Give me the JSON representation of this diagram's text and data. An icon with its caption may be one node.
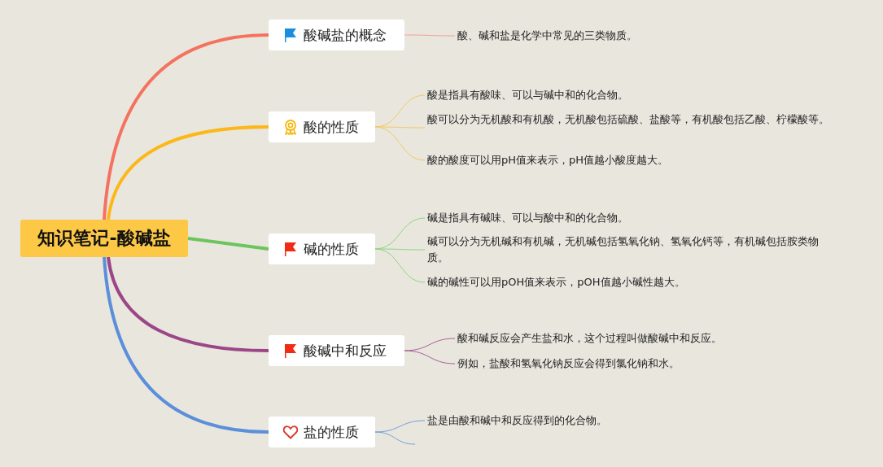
{
  "diagram": {
    "nodes": [
      {
        "text": [
          "知识笔记-酸碱盐"
        ]
      },
      {
        "text": [
          "酸碱盐的概念"
        ]
      },
      {
        "text": [
          "酸、碱和盐是化学中常见的三类物质。"
        ]
      },
      {
        "text": [
          "酸的性质"
        ]
      },
      {
        "text": [
          "酸是指具有酸味、可以与碱中和的化合物。"
        ]
      },
      {
        "text": [
          "酸可以分为无机酸和有机酸，无机酸包括硫酸、盐酸等，有机酸包括乙酸、柠檬酸等。"
        ]
      },
      {
        "text": [
          "酸的酸度可以用pH值来表示，pH值越小酸度越大。"
        ]
      },
      {
        "text": [
          "碱的性质"
        ]
      },
      {
        "text": [
          "碱是指具有碱味、可以与酸中和的化合物。"
        ]
      },
      {
        "text": [
          "碱可以分为无机碱和有机碱，无机碱包括氢氧化钠、氢氧化钙等，有机碱包括胺类物质。"
        ]
      },
      {
        "text": [
          "碱的碱性可以用pOH值来表示，pOH值越小碱性越大。"
        ]
      },
      {
        "text": [
          "酸碱中和反应"
        ]
      },
      {
        "text": [
          "酸和碱反应会产生盐和水，这个过程叫做酸碱中和反应。"
        ]
      },
      {
        "text": [
          "例如，盐酸和氢氧化钠反应会得到氯化钠和水。"
        ]
      },
      {
        "text": [
          "盐的性质"
        ]
      },
      {
        "text": [
          "盐是由酸和碱中和反应得到的化合物。"
        ]
      }
    ],
    "edges": [
      {
        "from": 0,
        "to": 1,
        "arrow": "none",
        "style": "thick",
        "color": "#f4725f"
      },
      {
        "from": 0,
        "to": 3,
        "arrow": "none",
        "style": "thick",
        "color": "#fbb817"
      },
      {
        "from": 0,
        "to": 7,
        "arrow": "none",
        "style": "thick",
        "color": "#6cc45c"
      },
      {
        "from": 0,
        "to": 11,
        "arrow": "none",
        "style": "thick",
        "color": "#9b4687"
      },
      {
        "from": 0,
        "to": 14,
        "arrow": "none",
        "style": "thick",
        "color": "#5b8fdb"
      },
      {
        "from": 1,
        "to": 2,
        "arrow": "none",
        "color": "#f2a099"
      },
      {
        "from": 3,
        "to": 4,
        "arrow": "none",
        "color": "#f4c860"
      },
      {
        "from": 3,
        "to": 5,
        "arrow": "none",
        "color": "#f4c860"
      },
      {
        "from": 3,
        "to": 6,
        "arrow": "none",
        "color": "#f4c860"
      },
      {
        "from": 7,
        "to": 8,
        "arrow": "none",
        "color": "#8fd47f"
      },
      {
        "from": 7,
        "to": 9,
        "arrow": "none",
        "color": "#8fd47f"
      },
      {
        "from": 7,
        "to": 10,
        "arrow": "none",
        "color": "#8fd47f"
      },
      {
        "from": 11,
        "to": 12,
        "arrow": "none",
        "color": "#a5609a"
      },
      {
        "from": 11,
        "to": 13,
        "arrow": "none",
        "color": "#a5609a"
      },
      {
        "from": 14,
        "to": 15,
        "arrow": "none",
        "color": "#6f9ee0"
      },
      {
        "from": 14,
        "to": null,
        "arrow": "none",
        "color": "#6f9ee0"
      }
    ]
  }
}
